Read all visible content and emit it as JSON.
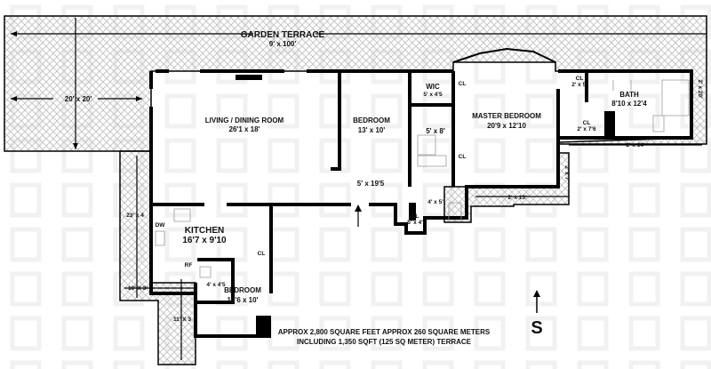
{
  "terrace": {
    "title": "GARDEN TERRACE",
    "size": "9' x 100'",
    "corner_size": "20' x 20'"
  },
  "rooms": {
    "living": {
      "name": "LIVING / DINING ROOM",
      "size": "26'1 x 18'"
    },
    "bedroom1": {
      "name": "BEDROOM",
      "size": "13' x 10'"
    },
    "wic": {
      "name": "WIC",
      "size": "5' x 4'5"
    },
    "bath1": {
      "size": "5' x 8'"
    },
    "master": {
      "name": "MASTER BEDROOM",
      "size": "20'9 x 12'10"
    },
    "cl_master_a": {
      "name": "CL"
    },
    "cl_master_b": {
      "name": "CL"
    },
    "cl_bath_a": {
      "name": "CL",
      "size": "2' x 5'"
    },
    "bath_master": {
      "name": "BATH",
      "size": "8'10 x 12'4"
    },
    "cl_bath_b": {
      "name": "CL",
      "size": "2' x 7'6"
    },
    "hall": {
      "size": "5' x 19'5"
    },
    "powder": {
      "size": "4' x 5'"
    },
    "cl_hall": {
      "name": "CL",
      "size": "5' x 4'"
    },
    "kitchen": {
      "name": "KITCHEN",
      "size": "16'7 x 9'10",
      "dw": "DW",
      "rf": "RF"
    },
    "cl_kitchen": {
      "name": "CL"
    },
    "bath2": {
      "size": "4' x 4'5"
    },
    "bedroom2": {
      "name": "BEDROOM",
      "size": "10'6 x 10'"
    }
  },
  "terrace_strips": {
    "right_bath": "2' x 14'",
    "right_vertical": "2' x 20'",
    "right_small": "2' x 7'",
    "lower_right": "2' x 13'",
    "left_vertical": "23' x 4",
    "left_bottom": "10' X 3'",
    "bottom": "11' X 3"
  },
  "footer": {
    "line1": "APPROX 2,800 SQUARE FEET  APPROX 260 SQUARE METERS",
    "line2": "INCLUDING 1,350 SQFT (125 SQ METER) TERRACE"
  },
  "compass": {
    "label": "S",
    "icon": "north-arrow-icon"
  },
  "colors": {
    "wall": "#000000",
    "hatch": "#bdbdbd",
    "background": "#ffffff"
  }
}
